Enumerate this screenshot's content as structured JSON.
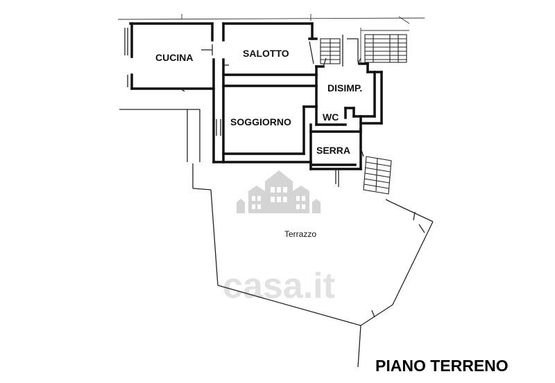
{
  "rooms": {
    "cucina": "CUCINA",
    "salotto": "SALOTTO",
    "disimpegno": "DISIMP.",
    "wc": "WC",
    "soggiorno": "SOGGIORNO",
    "serra": "SERRA",
    "terrazzo": "Terrazzo"
  },
  "title": "PIANO TERRENO",
  "watermark": {
    "text": "casa.it",
    "color": "#c9c9c9"
  },
  "colors": {
    "walls": "#111111",
    "background": "#ffffff",
    "watermark_logo": "#d4d4d4"
  }
}
